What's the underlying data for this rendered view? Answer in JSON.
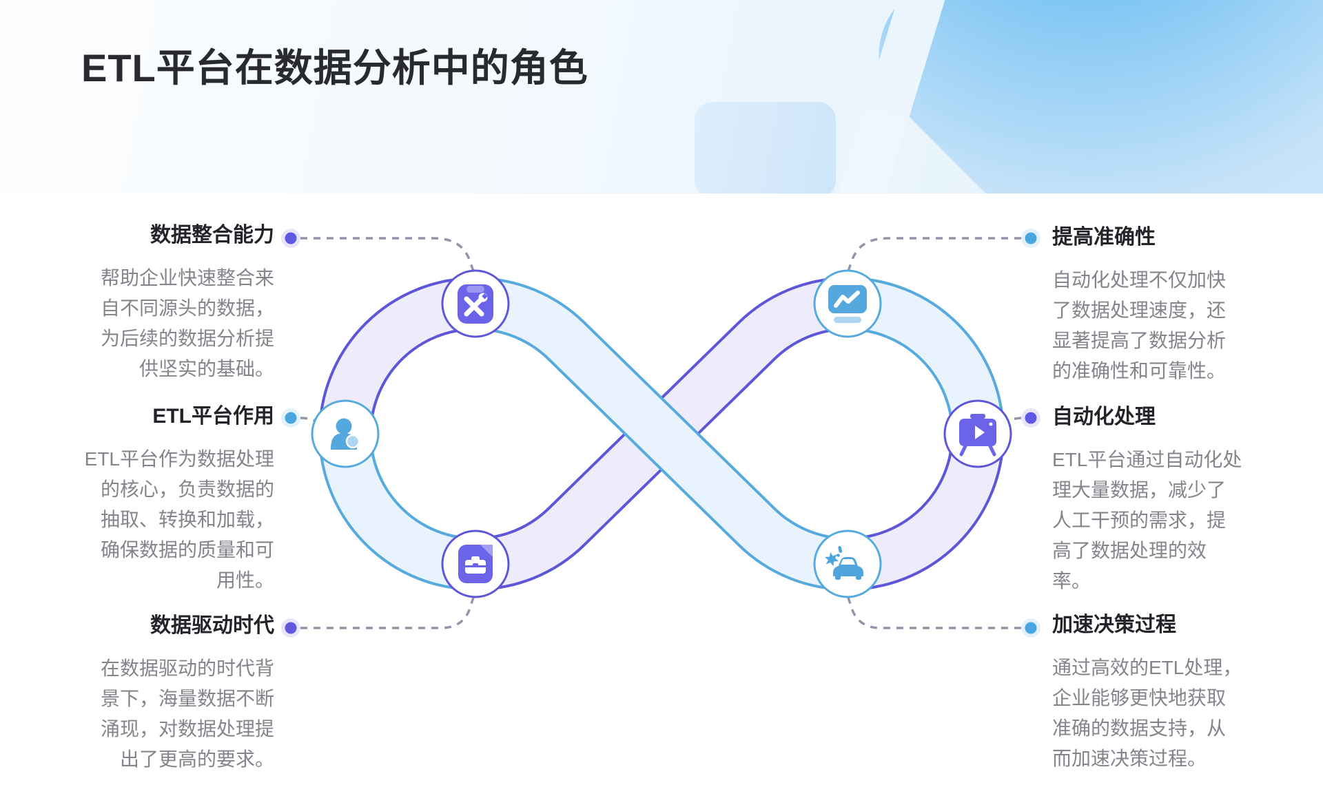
{
  "page": {
    "title": "ETL平台在数据分析中的角色"
  },
  "colors": {
    "purple_edge": "#5e56d9",
    "purple_fill": "#eeebfa",
    "blue_edge": "#57aade",
    "blue_fill": "#e9f3fd",
    "purple_dot": "#5f58e0",
    "purple_halo": "#e8e5f9",
    "blue_dot": "#49a6df",
    "blue_halo": "#e3f1fb",
    "connector_gray": "#9095a8",
    "title_text": "#292a30",
    "heading_text": "#232429",
    "body_text": "#84858c",
    "icon_purple": "#6b64e8",
    "icon_blue": "#55a8de"
  },
  "features": [
    {
      "id": "data-integration",
      "side": "left",
      "dot_color": "#5f58e0",
      "heading": "数据整合能力",
      "body": [
        "帮助企业快速整合来",
        "自不同源头的数据，",
        "为后续的数据分析提",
        "供坚实的基础。"
      ],
      "icon": "clipboard-tools-icon"
    },
    {
      "id": "etl-role",
      "side": "left",
      "dot_color": "#49a6df",
      "heading": "ETL平台作用",
      "body": [
        "ETL平台作为数据处理",
        "的核心，负责数据的",
        "抽取、转换和加载，",
        "确保数据的质量和可",
        "用性。"
      ],
      "icon": "user-search-icon"
    },
    {
      "id": "data-driven-era",
      "side": "left",
      "dot_color": "#5f58e0",
      "heading": "数据驱动时代",
      "body": [
        "在数据驱动的时代背",
        "景下，海量数据不断",
        "涌现，对数据处理提",
        "出了更高的要求。"
      ],
      "icon": "archive-document-icon"
    },
    {
      "id": "accuracy",
      "side": "right",
      "dot_color": "#49a6df",
      "heading": "提高准确性",
      "body": [
        "自动化处理不仅加快",
        "了数据处理速度，还",
        "显著提高了数据分析",
        "的准确性和可靠性。"
      ],
      "icon": "chart-monitor-icon"
    },
    {
      "id": "automation",
      "side": "right",
      "dot_color": "#5f58e0",
      "heading": "自动化处理",
      "body": [
        "ETL平台通过自动化处",
        "理大量数据，减少了",
        "人工干预的需求，提",
        "高了数据处理的效",
        "率。"
      ],
      "icon": "presentation-board-icon"
    },
    {
      "id": "decision-speed",
      "side": "right",
      "dot_color": "#49a6df",
      "heading": "加速决策过程",
      "body": [
        "通过高效的ETL处理，",
        "企业能够更快地获取",
        "准确的数据支持，从",
        "而加速决策过程。"
      ],
      "icon": "car-alert-icon"
    }
  ]
}
